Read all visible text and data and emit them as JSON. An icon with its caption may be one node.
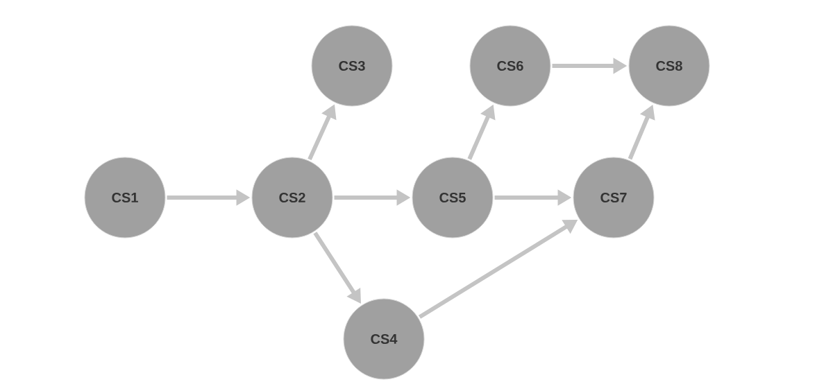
{
  "diagram": {
    "nodes": [
      {
        "text": [
          "CS1"
        ]
      },
      {
        "text": [
          "CS2"
        ]
      },
      {
        "text": [
          "CS3"
        ]
      },
      {
        "text": [
          "CS4"
        ]
      },
      {
        "text": [
          "CS5"
        ]
      },
      {
        "text": [
          "CS6"
        ]
      },
      {
        "text": [
          "CS7"
        ]
      },
      {
        "text": [
          "CS8"
        ]
      }
    ],
    "edges": [
      {
        "from": 0,
        "to": 1,
        "arrow": "to"
      },
      {
        "from": 1,
        "to": 2,
        "arrow": "to"
      },
      {
        "from": 1,
        "to": 4,
        "arrow": "to"
      },
      {
        "from": 1,
        "to": 3,
        "arrow": "to"
      },
      {
        "from": 4,
        "to": 5,
        "arrow": "to"
      },
      {
        "from": 4,
        "to": 6,
        "arrow": "to"
      },
      {
        "from": 3,
        "to": 6,
        "arrow": "to"
      },
      {
        "from": 6,
        "to": 7,
        "arrow": "to"
      },
      {
        "from": 5,
        "to": 7,
        "arrow": "to"
      }
    ]
  }
}
